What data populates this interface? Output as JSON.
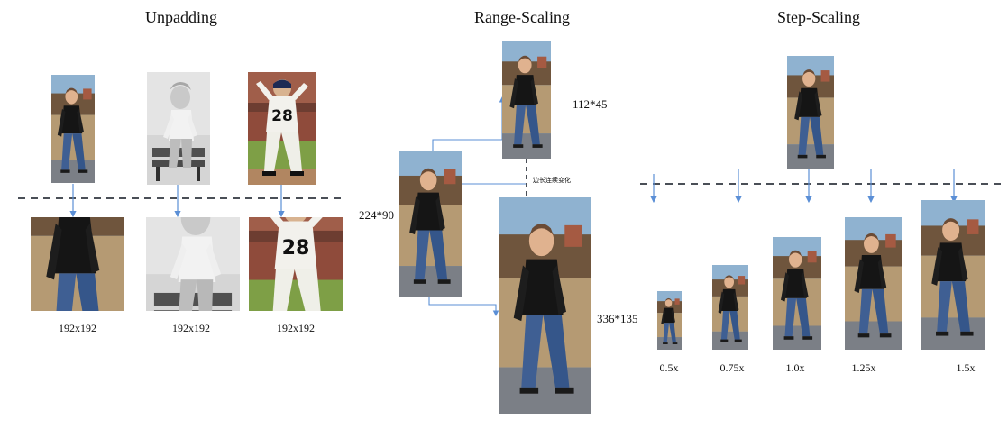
{
  "sections": {
    "unpadding": {
      "title": "Unpadding"
    },
    "range_scaling": {
      "title": "Range-Scaling"
    },
    "step_scaling": {
      "title": "Step-Scaling"
    }
  },
  "unpadding": {
    "output_labels": [
      "192x192",
      "192x192",
      "192x192"
    ],
    "photo_types": [
      "walker",
      "child",
      "baseball"
    ],
    "jersey_number": "28"
  },
  "range_scaling": {
    "labels": {
      "small": "112*45",
      "source": "224*90",
      "large": "336*135",
      "annotation": "边长连续变化"
    }
  },
  "step_scaling": {
    "scale_labels": [
      "0.5x",
      "0.75x",
      "1.0x",
      "1.25x",
      "1.5x"
    ]
  },
  "colors": {
    "arrow": "#5b8fd6",
    "dashed_line": "#4a4f57",
    "text": "#111111"
  }
}
